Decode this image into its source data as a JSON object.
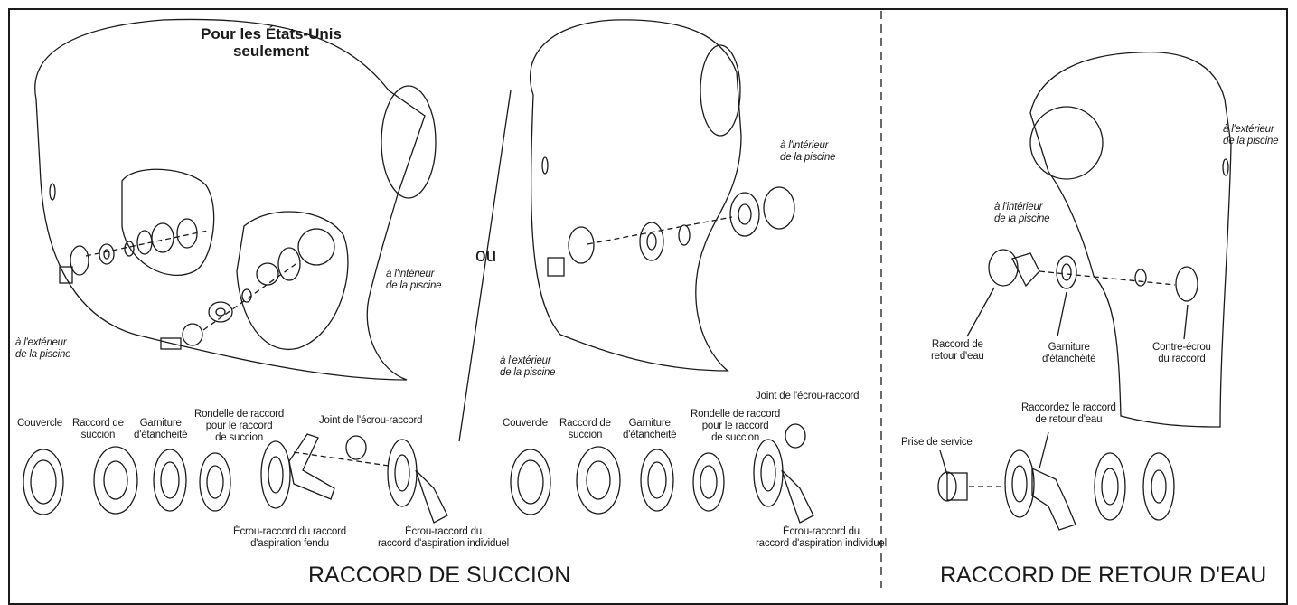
{
  "header": {
    "us_only": "Pour les États-Unis\nseulement"
  },
  "or_label": "ou",
  "pool": {
    "inside": "à l'intérieur\nde la piscine",
    "outside": "à l'extérieur\nde la piscine"
  },
  "suction_parts": {
    "cover": "Couvercle",
    "suction_fitting": "Raccord de\nsuccion",
    "gasket": "Garniture\nd'étanchéité",
    "washer": "Rondelle de raccord\npour le raccord\nde succion",
    "nut_oring": "Joint de l'écrou-raccord",
    "split_nut": "Écrou-raccord du raccord\nd'aspiration fendu",
    "single_nut": "Écrou-raccord du\nraccord d'aspiration individuel"
  },
  "return_parts": {
    "return_fitting": "Raccord de\nretour d'eau",
    "gasket": "Garniture\nd'étanchéité",
    "locknut": "Contre-écrou\ndu raccord",
    "service_plug": "Prise de service",
    "connect": "Raccordez le raccord\nde retour d'eau"
  },
  "section_titles": {
    "suction": "RACCORD DE SUCCION",
    "return": "RACCORD DE RETOUR D'EAU"
  }
}
